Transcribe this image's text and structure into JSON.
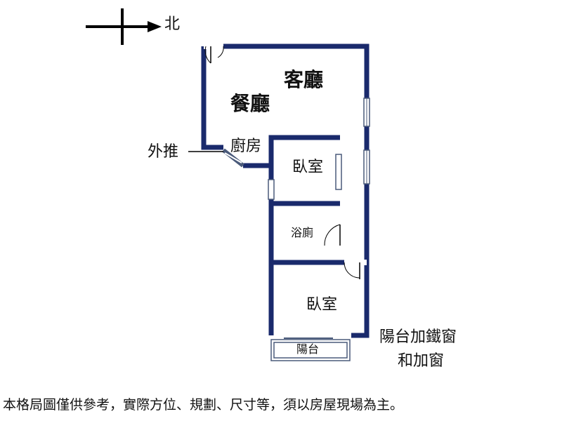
{
  "compass": {
    "north_label": "北"
  },
  "rooms": {
    "living_room": "客廳",
    "dining_room": "餐廳",
    "kitchen": "廚房",
    "bedroom_1": "臥室",
    "bathroom": "浴廁",
    "bedroom_2": "臥室",
    "balcony": "陽台"
  },
  "annotations": {
    "push_out_window": "外推",
    "balcony_note_line1": "陽台加鐵窗",
    "balcony_note_line2": "和加窗"
  },
  "disclaimer": "本格局圖僅供參考，實際方位、規劃、尺寸等，須以房屋現場為主。",
  "colors": {
    "wall": "#1a2a6c",
    "line": "#000000",
    "window": "#4a5a7a"
  }
}
